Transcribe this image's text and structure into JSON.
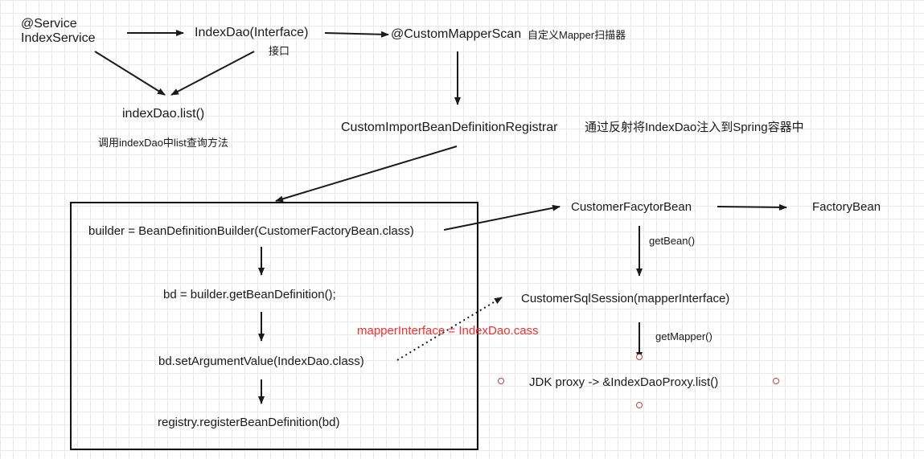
{
  "nodes": {
    "service": "@Service\nIndexService",
    "index_dao": "IndexDao(Interface)",
    "index_dao_sub": "接口",
    "custom_mapper_scan": "@CustomMapperScan",
    "custom_mapper_scan_note": "自定义Mapper扫描器",
    "index_dao_list": "indexDao.list()",
    "index_dao_list_note": "调用indexDao中list查询方法",
    "registrar": "CustomImportBeanDefinitionRegistrar",
    "registrar_note": "通过反射将IndexDao注入到Spring容器中",
    "builder": "builder = BeanDefinitionBuilder(CustomerFactoryBean.class)",
    "get_bean_definition": "bd = builder.getBeanDefinition();",
    "set_argument": "bd.setArgumentValue(IndexDao.class)",
    "register": "registry.registerBeanDefinition(bd)",
    "mapper_interface_assign": "mapperInterface = IndexDao.cass",
    "customer_factory_bean": "CustomerFacytorBean",
    "factory_bean": "FactoryBean",
    "get_bean": "getBean()",
    "sql_session": "CustomerSqlSession(mapperInterface)",
    "get_mapper": "getMapper()",
    "jdk_proxy": "JDK proxy -> &IndexDaoProxy.list()"
  },
  "colors": {
    "line": "#1a1a1a",
    "highlight": "#ff2a2a",
    "connection_point": "#c04040"
  }
}
